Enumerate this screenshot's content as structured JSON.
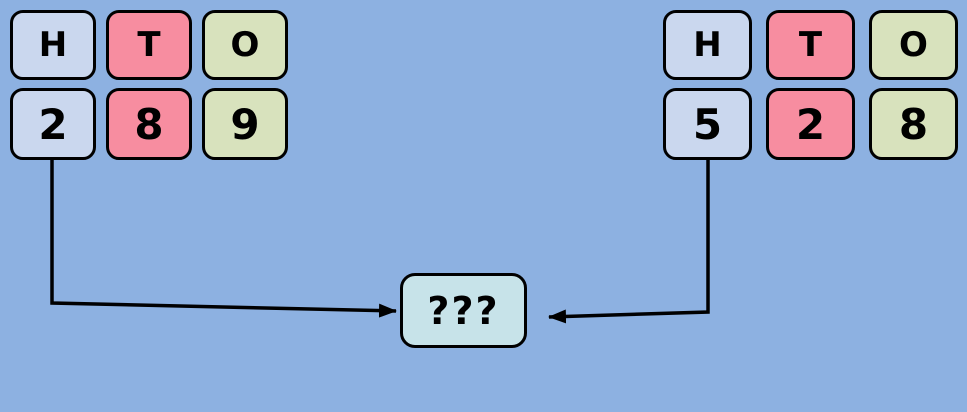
{
  "theme": {
    "bg": "#8db1e1",
    "hundreds": "#cad7ee",
    "tens": "#f78da0",
    "ones": "#d8e2bd",
    "result": "#c7e3e9",
    "line": "#000000"
  },
  "left_number": {
    "headers": [
      "H",
      "T",
      "O"
    ],
    "digits": [
      "2",
      "8",
      "9"
    ]
  },
  "right_number": {
    "headers": [
      "H",
      "T",
      "O"
    ],
    "digits": [
      "5",
      "2",
      "8"
    ]
  },
  "result_box": {
    "label": "???"
  }
}
